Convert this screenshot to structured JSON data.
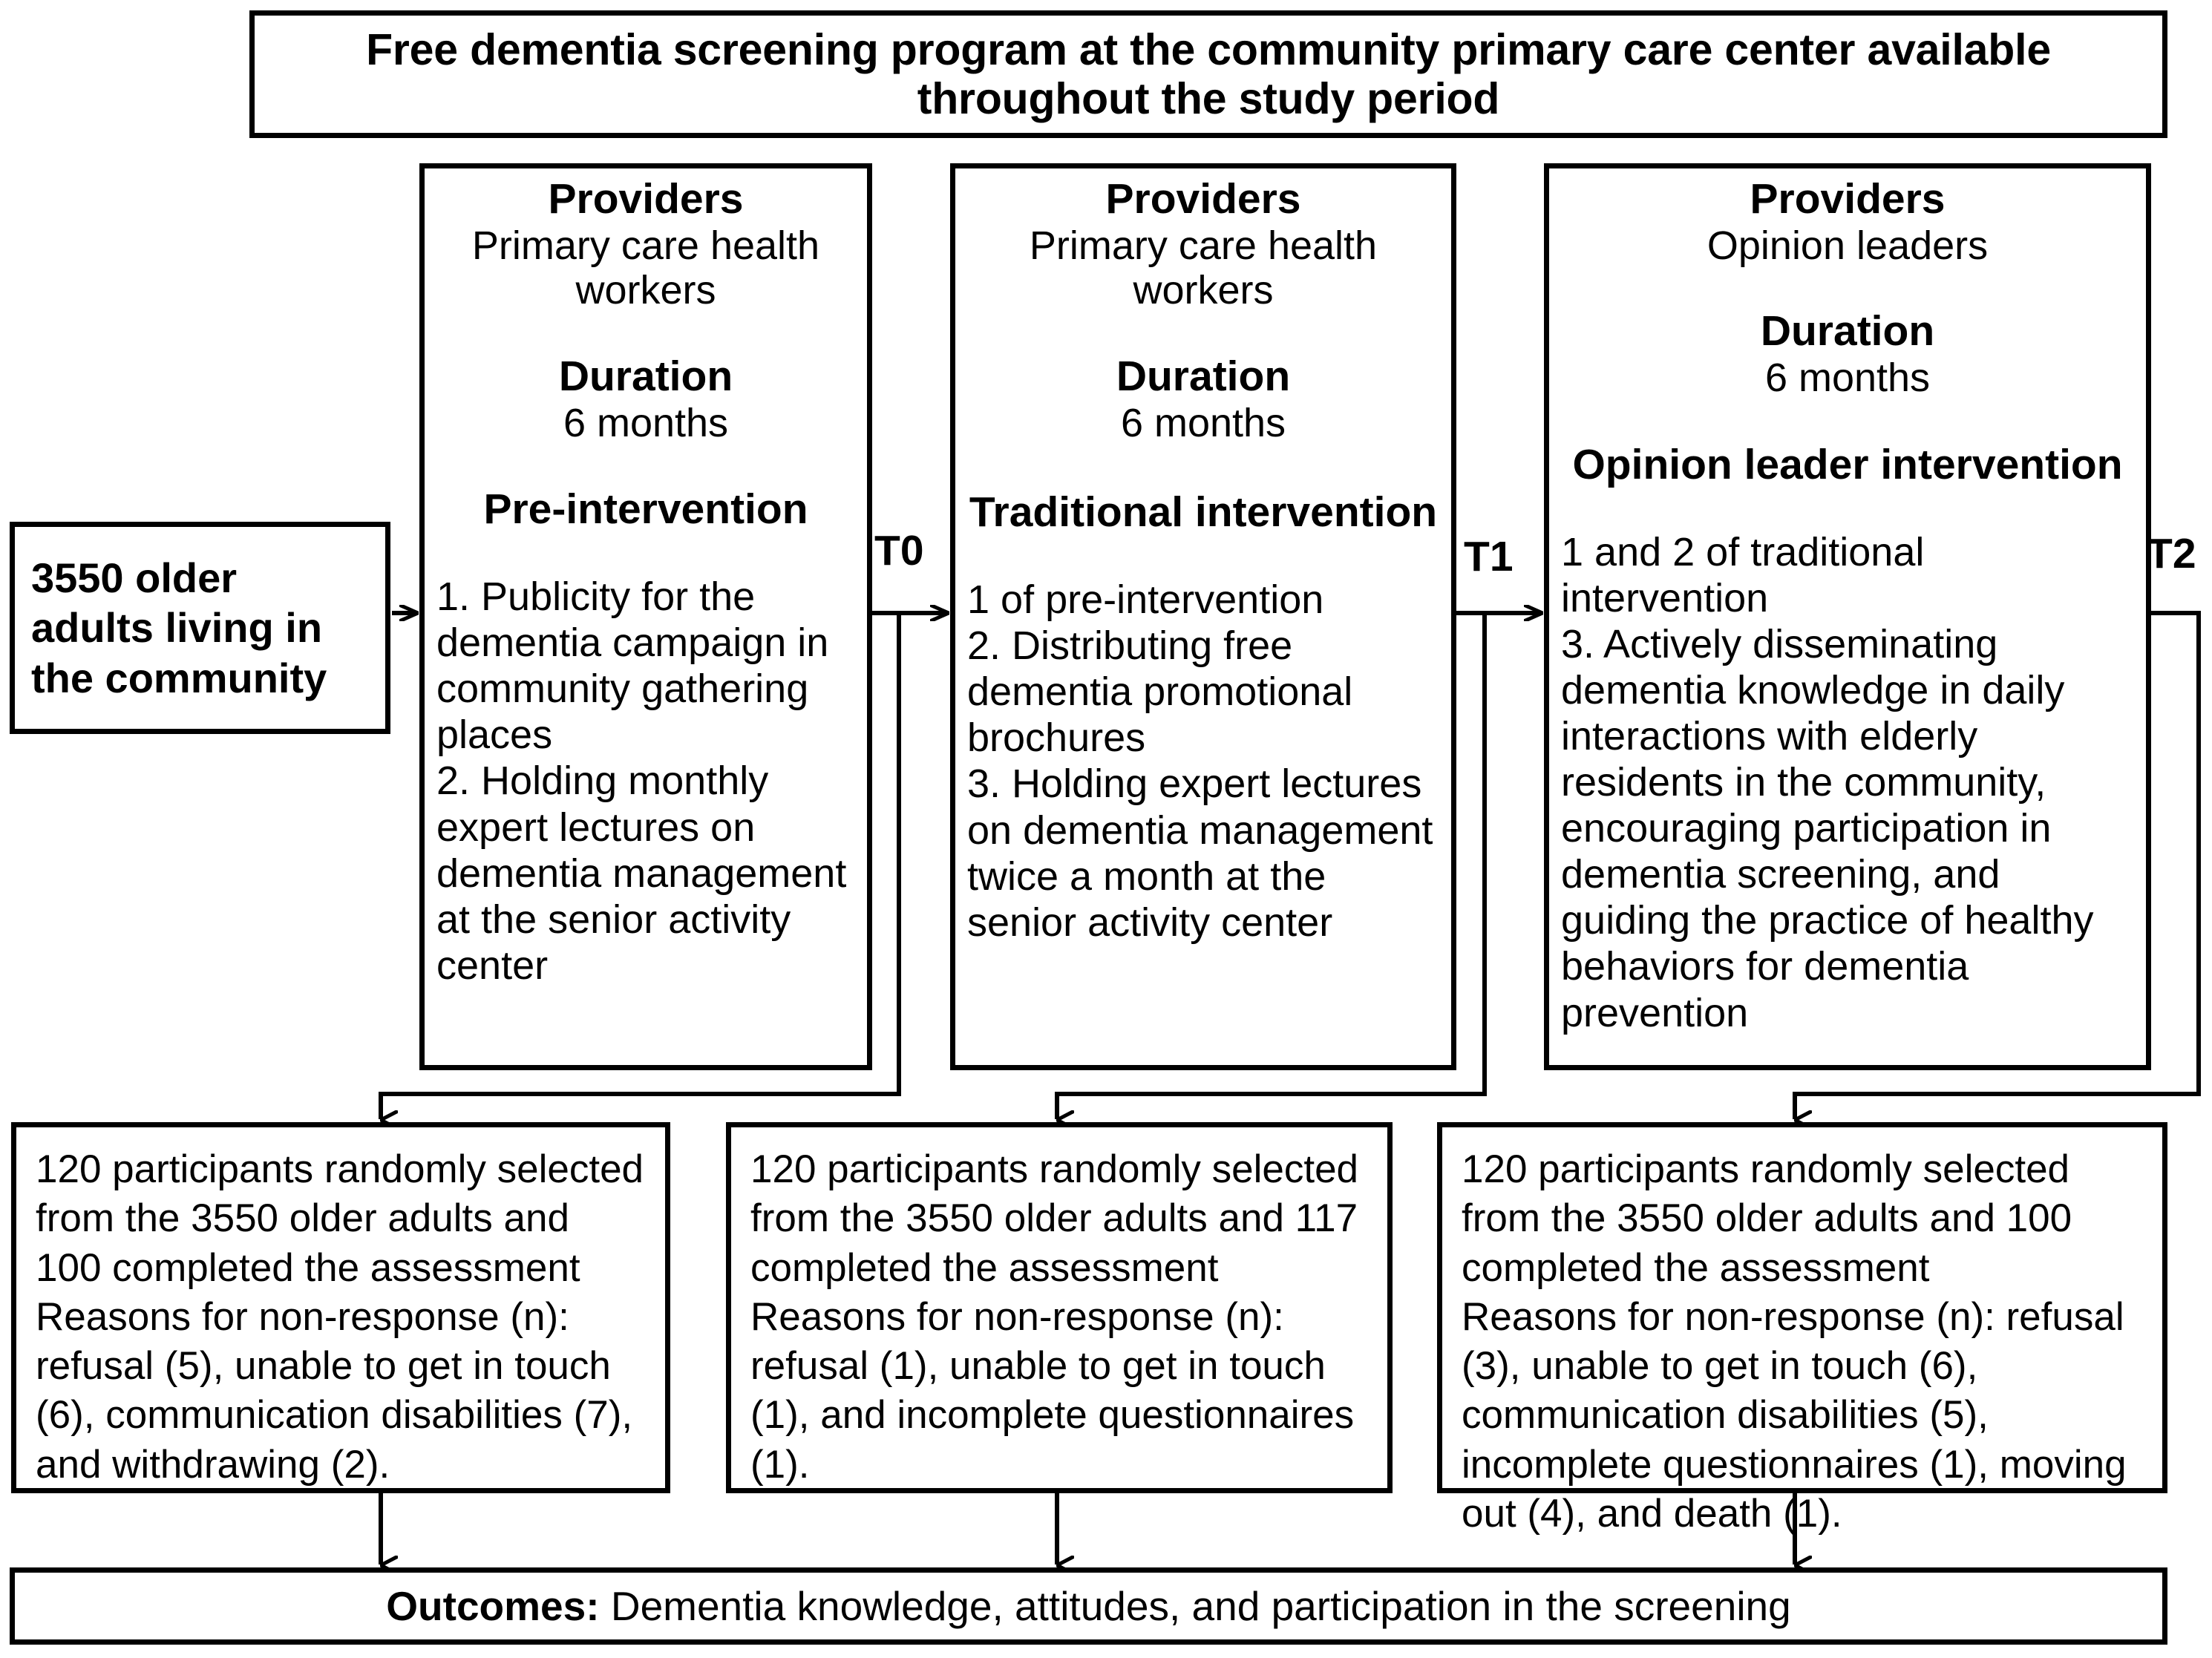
{
  "header": {
    "text": "Free dementia screening program at the community primary care center available throughout the study period"
  },
  "entry": {
    "text": "3550 older adults living in the community"
  },
  "timepoints": {
    "t0": "T0",
    "t1": "T1",
    "t2": "T2"
  },
  "columns": [
    {
      "providers_label": "Providers",
      "providers_value": "Primary care health workers",
      "duration_label": "Duration",
      "duration_value": "6 months",
      "title": "Pre-intervention",
      "body": "1. Publicity for the dementia campaign in community gathering places\n2. Holding monthly expert lectures on dementia management at the senior activity center"
    },
    {
      "providers_label": "Providers",
      "providers_value": "Primary care health workers",
      "duration_label": "Duration",
      "duration_value": "6 months",
      "title": "Traditional intervention",
      "body": "1 of pre-intervention\n2. Distributing free dementia promotional brochures\n3. Holding expert lectures on dementia management twice a month at the senior activity center"
    },
    {
      "providers_label": "Providers",
      "providers_value": "Opinion leaders",
      "duration_label": "Duration",
      "duration_value": "6 months",
      "title": "Opinion leader intervention",
      "body": "1 and 2 of traditional intervention\n3. Actively disseminating dementia knowledge in daily interactions with elderly residents in the community, encouraging participation in dementia screening, and guiding the practice of healthy behaviors for dementia prevention"
    }
  ],
  "assessments": [
    {
      "text": "120 participants randomly selected from the 3550 older adults and 100 completed the assessment\nReasons for non-response (n): refusal (5), unable to get in touch (6), communication disabilities (7), and withdrawing (2)."
    },
    {
      "text": "120 participants randomly selected from the 3550 older adults and 117 completed the assessment\nReasons for non-response (n): refusal (1), unable to get in touch (1), and incomplete questionnaires (1)."
    },
    {
      "text": "120 participants randomly selected from the 3550 older adults and 100 completed the assessment\nReasons for non-response (n): refusal (3), unable to get in touch (6), communication disabilities (5), incomplete questionnaires (1), moving out (4), and death (1)."
    }
  ],
  "outcomes": {
    "label": "Outcomes:",
    "value": " Dementia knowledge, attitudes, and participation in the screening"
  },
  "colors": {
    "stroke": "#000000",
    "background": "#ffffff"
  }
}
